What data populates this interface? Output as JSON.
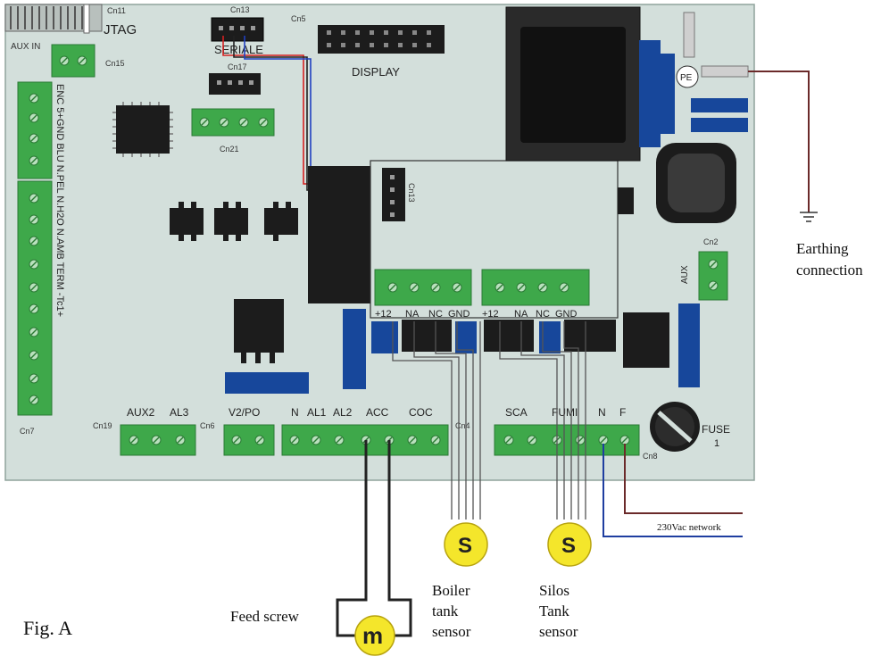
{
  "board": {
    "connectors": {
      "cn11": "Cn11",
      "jtag": "JTAG",
      "cn13_top": "Cn13",
      "seriale": "SERIALE",
      "cn5": "Cn5",
      "cn17": "Cn17",
      "display": "DISPLAY",
      "aux_in": "AUX IN",
      "cn15": "Cn15",
      "cn21": "Cn21",
      "cn13_sub": "Cn13",
      "pe": "PE",
      "cn2": "Cn2",
      "aux": "AUX",
      "cn7": "Cn7",
      "cn19": "Cn19",
      "cn6": "Cn6",
      "cn4": "Cn4",
      "cn8": "Cn8",
      "fuse": "FUSE",
      "fuse_num": "1"
    },
    "side_labels": {
      "left_vertical": "ENC 5+GND BLU N.PEL  N.H2O  N.AMB TERM   -Tc1+"
    },
    "sensor_pins_1": [
      "+12",
      "NA",
      "NC",
      "GND"
    ],
    "sensor_pins_2": [
      "+12",
      "NA",
      "NC",
      "GND"
    ],
    "terminal_labels": {
      "aux2": "AUX2",
      "al3": "AL3",
      "v2po": "V2/PO",
      "n": "N",
      "al1": "AL1",
      "al2": "AL2",
      "acc": "ACC",
      "coc": "COC",
      "sca": "SCA",
      "fumi": "FUMI",
      "n2": "N",
      "f": "F"
    }
  },
  "annotations": {
    "earthing": [
      "Earthing",
      "connection"
    ],
    "network": "230Vac network",
    "boiler_sensor": [
      "Boiler",
      "tank",
      "sensor"
    ],
    "silos_sensor": [
      "Silos",
      "Tank",
      "sensor"
    ],
    "feed_screw": "Feed screw",
    "figure": "Fig. A",
    "sensor_symbol": "S",
    "motor_symbol": "m"
  },
  "colors": {
    "board": "#d3dfdb",
    "terminal_green": "#3ea84a",
    "capacitor_blue": "#17479b",
    "chip_black": "#1c1c1c",
    "sensor_yellow": "#f4e62b",
    "wire_blue": "#1f3ea0",
    "wire_brown": "#6b2a2a"
  }
}
